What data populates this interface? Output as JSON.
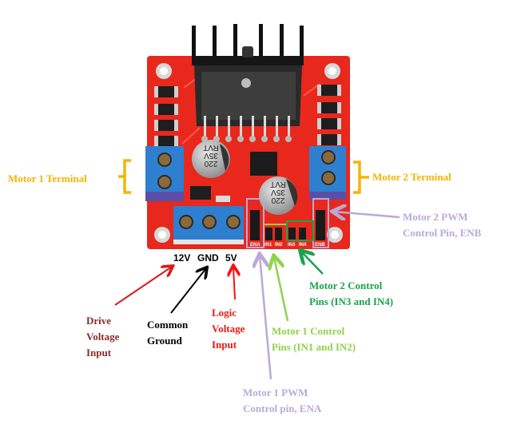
{
  "title": "L298N Motor Driver Module Pinout",
  "colors": {
    "board_red": "#e8281c",
    "terminal_blue": "#2f7fd0",
    "orange": "#f5b400",
    "lavender": "#b9a9d8",
    "light_green": "#8ed44b",
    "dark_green": "#1aa34a",
    "dark_red": "#8b2a2a",
    "red": "#e8190f",
    "black": "#000000"
  },
  "board": {
    "capacitor_text": [
      "220",
      "35V",
      "RVT"
    ],
    "header_pins": [
      "ENA",
      "IN1",
      "IN2",
      "IN3",
      "IN4",
      "ENB"
    ]
  },
  "power_pins": [
    "12V",
    "GND",
    "5V"
  ],
  "labels": {
    "motor1_terminal": "Motor 1 Terminal",
    "motor2_terminal": "Motor 2 Terminal",
    "motor2_pwm": "Motor 2 PWM\nControl Pin, ENB",
    "motor2_control": "Motor 2 Control\nPins (IN3 and IN4)",
    "motor1_control": "Motor 1 Control\nPins (IN1 and IN2)",
    "motor1_pwm": "Motor 1 PWM\nControl pin, ENA",
    "drive_voltage": "Drive\nVoltage\nInput",
    "common_ground": "Common\nGround",
    "logic_voltage": "Logic\nVoltage\nInput"
  }
}
